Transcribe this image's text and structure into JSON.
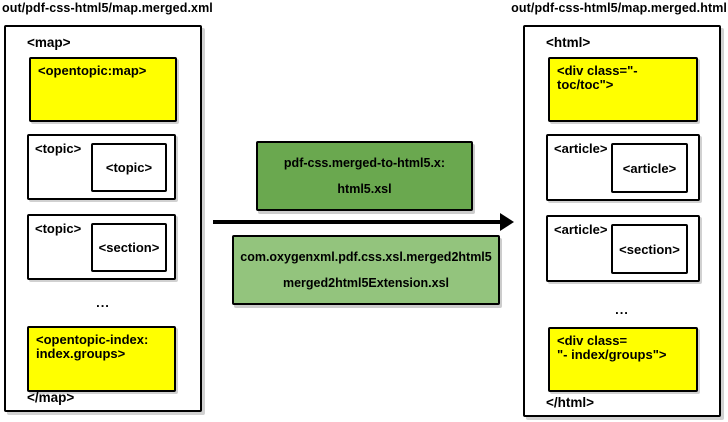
{
  "left": {
    "title": "out/pdf-css-html5/map.merged.xml",
    "open_tag": "<map>",
    "close_tag": "</map>",
    "opentopic_map_label": "<opentopic:map>",
    "topic1_outer_label": "<topic>",
    "topic1_inner_label": "<topic>",
    "topic2_outer_label": "<topic>",
    "topic2_inner_label": "<section>",
    "ellipsis": "...",
    "index_label_line1": "<opentopic-index:",
    "index_label_line2": "index.groups>"
  },
  "right": {
    "title": "out/pdf-css-html5/map.merged.html",
    "open_tag": "<html>",
    "close_tag": "</html>",
    "toc_div_label": "<div class=\"- toc/toc\">",
    "article1_outer_label": "<article>",
    "article1_inner_label": "<article>",
    "article2_outer_label": "<article>",
    "article2_inner_label": "<section>",
    "ellipsis": "...",
    "index_label_line1": "<div class=",
    "index_label_line2": "\"- index/groups\">"
  },
  "transform": {
    "stylesheet_line1": "pdf-css.merged-to-html5.x:",
    "stylesheet_line2": "html5.xsl",
    "extension_line1": "com.oxygenxml.pdf.css.xsl.merged2html5",
    "extension_line2": "merged2html5Extension.xsl"
  },
  "colors": {
    "highlight_yellow": "#ffff00",
    "stylesheet_green": "#6aa84f",
    "extension_green": "#93c47d",
    "border_black": "#000000"
  }
}
